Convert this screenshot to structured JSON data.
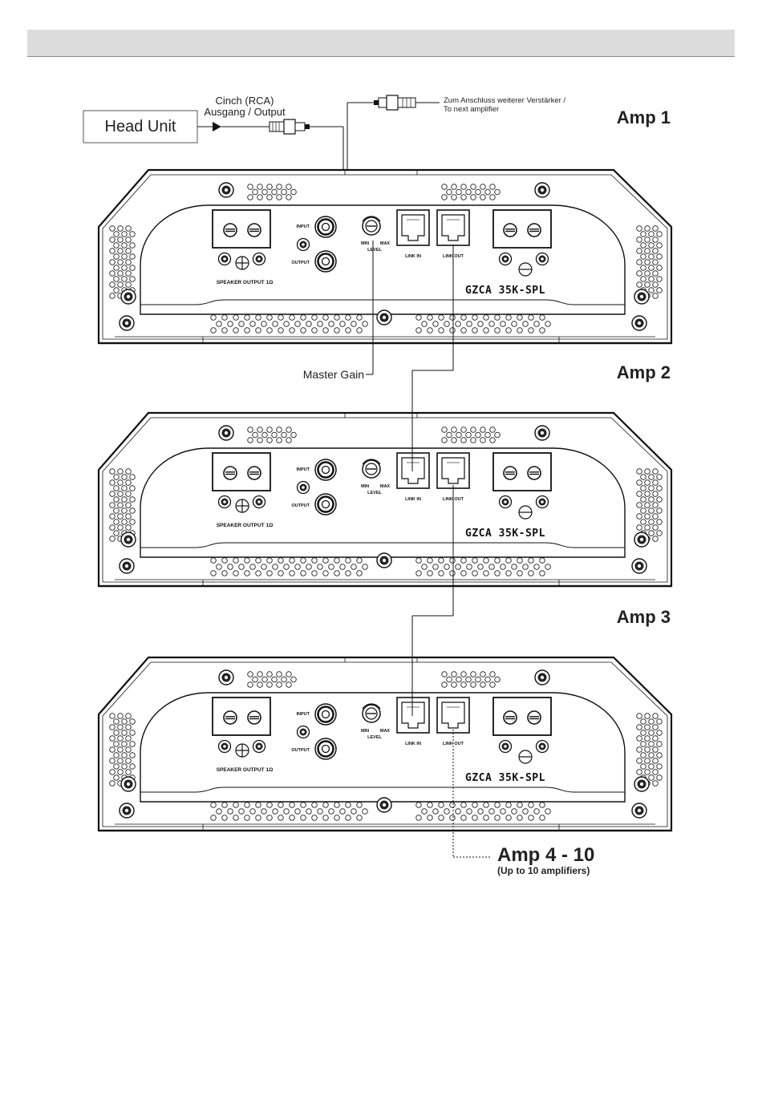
{
  "head_unit": {
    "label": "Head Unit"
  },
  "rca_label": {
    "line1": "Cinch (RCA)",
    "line2": "Ausgang / Output"
  },
  "next_amp_label": {
    "line1": "Zum Anschluss weiterer Verstärker /",
    "line2": "To next amplifier"
  },
  "master_gain_label": "Master Gain",
  "amps": [
    {
      "title": "Amp 1"
    },
    {
      "title": "Amp 2"
    },
    {
      "title": "Amp 3"
    }
  ],
  "amp_panel": {
    "input": "INPUT",
    "output": "OUTPUT",
    "min": "MIN",
    "max": "MAX",
    "level": "LEVEL",
    "link_in": "LINK IN",
    "link_out": "LINK OUT",
    "speaker_output": "SPEAKER OUTPUT 1Ω",
    "model": "GZCA 35K-SPL"
  },
  "more_amps": {
    "title": "Amp 4 - 10",
    "subtitle": "(Up to 10 amplifiers)"
  }
}
